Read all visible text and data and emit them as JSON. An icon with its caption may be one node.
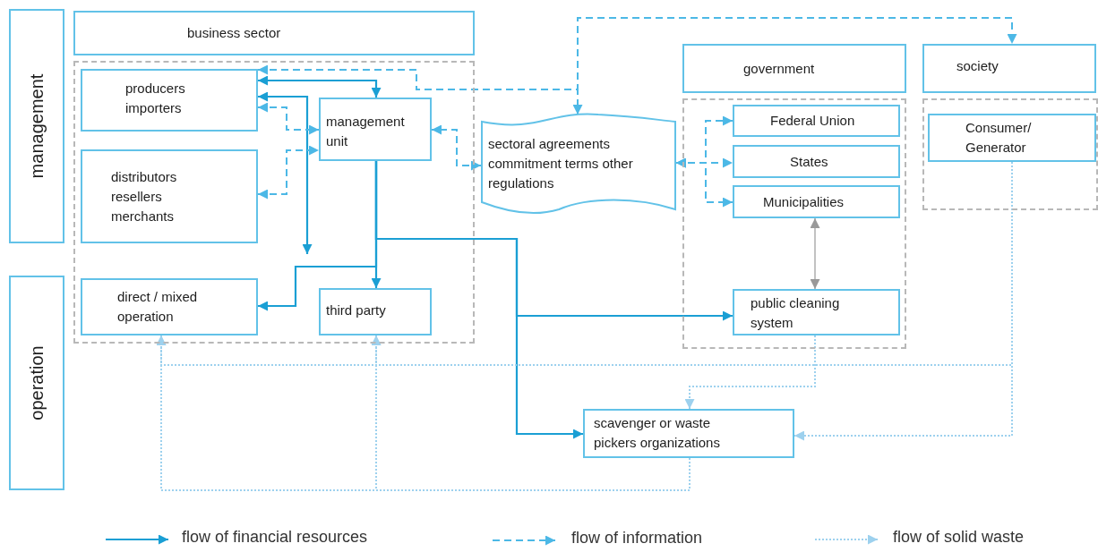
{
  "diagram": {
    "nodes": [
      {
        "text": [
          "management"
        ]
      },
      {
        "text": [
          "operation"
        ]
      },
      {
        "text": [
          "business sector"
        ]
      },
      {
        "text": [],
        "shape": "box"
      },
      {
        "text": [
          "producers importers"
        ],
        "in": 3
      },
      {
        "text": [
          "distributors resellers merchants"
        ],
        "in": 3
      },
      {
        "text": [
          "management unit"
        ],
        "in": 3
      },
      {
        "text": [
          "direct / mixed operation"
        ],
        "in": 3
      },
      {
        "text": [
          "third party"
        ],
        "in": 3
      },
      {
        "text": [
          "sectoral agreements commitment terms other regulations"
        ]
      },
      {
        "text": [
          "government"
        ]
      },
      {
        "text": [],
        "shape": "box"
      },
      {
        "text": [
          "Federal Union"
        ],
        "in": 11
      },
      {
        "text": [
          "States"
        ],
        "in": 11
      },
      {
        "text": [
          "Municipalities"
        ],
        "in": 11
      },
      {
        "text": [
          "public cleaning system"
        ],
        "in": 11
      },
      {
        "text": [
          "society"
        ]
      },
      {
        "text": [],
        "shape": "box"
      },
      {
        "text": [
          "Consumer/ Generator"
        ],
        "in": 17
      },
      {
        "text": [
          "scavenger or waste pickers organizations"
        ]
      }
    ],
    "edges": [
      {
        "from": 4,
        "to": 6,
        "arrow": "both",
        "color": "#1a9fd4"
      },
      {
        "from": 4,
        "to": null,
        "arrow": "both",
        "color": "#1a9fd4"
      },
      {
        "from": 6,
        "to": 8,
        "arrow": "to",
        "color": "#1a9fd4"
      },
      {
        "from": 6,
        "to": 7,
        "arrow": "to",
        "color": "#1a9fd4"
      },
      {
        "from": 6,
        "to": 15,
        "arrow": "to",
        "color": "#1a9fd4"
      },
      {
        "from": 6,
        "to": 19,
        "arrow": "to",
        "color": "#1a9fd4"
      },
      {
        "from": 4,
        "to": 6,
        "arrow": "both",
        "style": "dashed"
      },
      {
        "from": 5,
        "to": 6,
        "arrow": "both",
        "style": "dashed"
      },
      {
        "from": 9,
        "to": 6,
        "arrow": "both",
        "style": "dashed"
      },
      {
        "from": 4,
        "to": 16,
        "arrow": "both",
        "style": "dashed"
      },
      {
        "from": 4,
        "to": 9,
        "arrow": "to",
        "style": "dashed"
      },
      {
        "from": 9,
        "to": 12,
        "arrow": "both",
        "style": "dashed"
      },
      {
        "from": 9,
        "to": 13,
        "arrow": "both",
        "style": "dashed"
      },
      {
        "from": 9,
        "to": 14,
        "arrow": "both",
        "style": "dashed"
      },
      {
        "from": 14,
        "to": 15,
        "arrow": "both",
        "color": "#999999"
      },
      {
        "from": 15,
        "to": 19,
        "arrow": "to",
        "style": "dashed",
        "color": "#9dd1ee"
      },
      {
        "from": 18,
        "to": 19,
        "arrow": "to",
        "style": "dashed",
        "color": "#9dd1ee"
      },
      {
        "from": 18,
        "to": 7,
        "arrow": "to",
        "style": "dashed",
        "color": "#9dd1ee"
      },
      {
        "from": 18,
        "to": 8,
        "arrow": "to",
        "style": "dashed",
        "color": "#9dd1ee"
      },
      {
        "from": 19,
        "to": 7,
        "arrow": "to",
        "style": "dashed",
        "color": "#9dd1ee"
      },
      {
        "from": 19,
        "to": 8,
        "arrow": "to",
        "style": "dashed",
        "color": "#9dd1ee"
      }
    ],
    "legend": [
      {
        "text": "flow of financial resources"
      },
      {
        "text": "flow of information"
      },
      {
        "text": "flow of solid waste"
      }
    ]
  }
}
